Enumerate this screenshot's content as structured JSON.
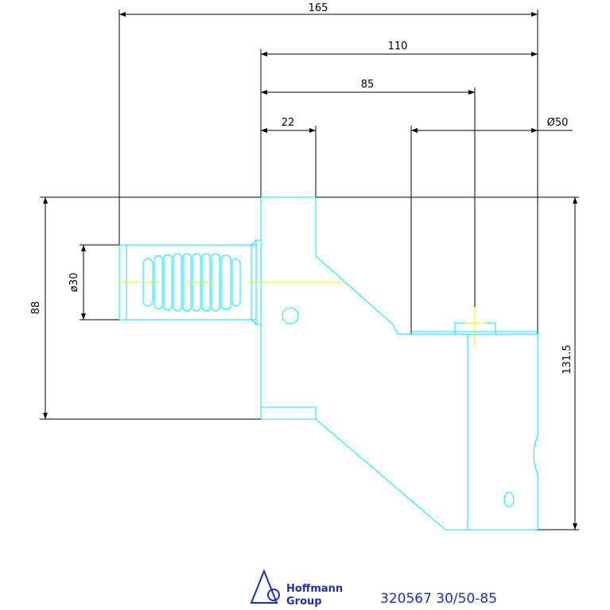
{
  "dimensions": {
    "d165": "165",
    "d110": "110",
    "d85": "85",
    "d22": "22",
    "d50": "Ø50",
    "d30": "ø30",
    "d88": "88",
    "d131": "131.5"
  },
  "logo": {
    "line1": "Hoffmann",
    "line2": "Group"
  },
  "caption": "320567 30/50-85",
  "colors": {
    "part": "#00e5ff",
    "dimension": "#000000",
    "centerline": "#ffee00",
    "brand": "#2233aa"
  }
}
